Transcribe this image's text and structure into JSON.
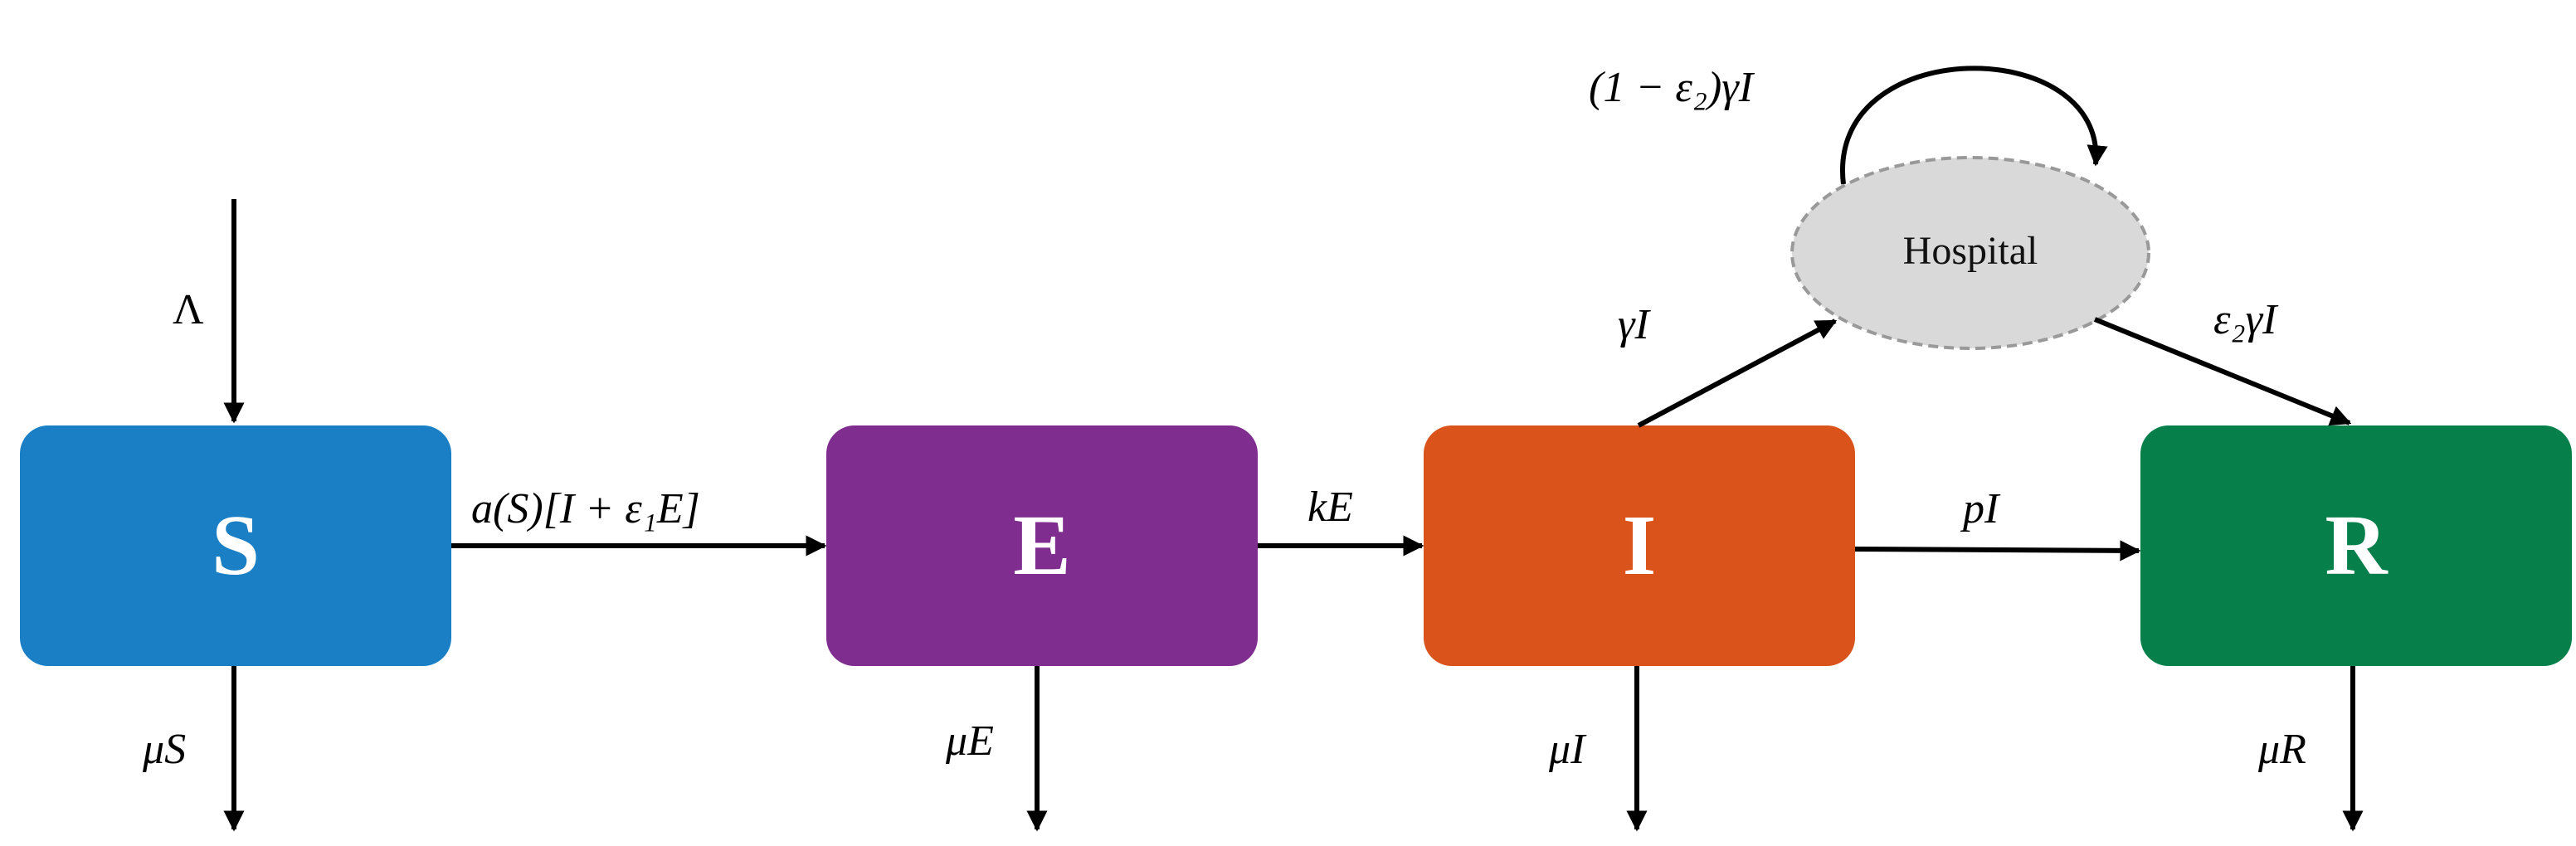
{
  "compartments": {
    "S": {
      "label": "S",
      "color": "#1a7fc4"
    },
    "E": {
      "label": "E",
      "color": "#7f2e8f"
    },
    "I": {
      "label": "I",
      "color": "#d9531b"
    },
    "R": {
      "label": "R",
      "color": "#067f4a"
    }
  },
  "hospital": {
    "label": "Hospital",
    "fill": "#d9d9d9",
    "stroke": "#999999"
  },
  "rates": {
    "inflow": "Λ",
    "s_to_e": "a(S)[I + ε₁E]",
    "e_to_i": "kE",
    "i_to_r": "pI",
    "i_to_hospital": "γI",
    "hospital_loop": "(1 − ε₂)γI",
    "hospital_to_r": "ε₂γI",
    "death_s": "μS",
    "death_e": "μE",
    "death_i": "μI",
    "death_r": "μR"
  }
}
